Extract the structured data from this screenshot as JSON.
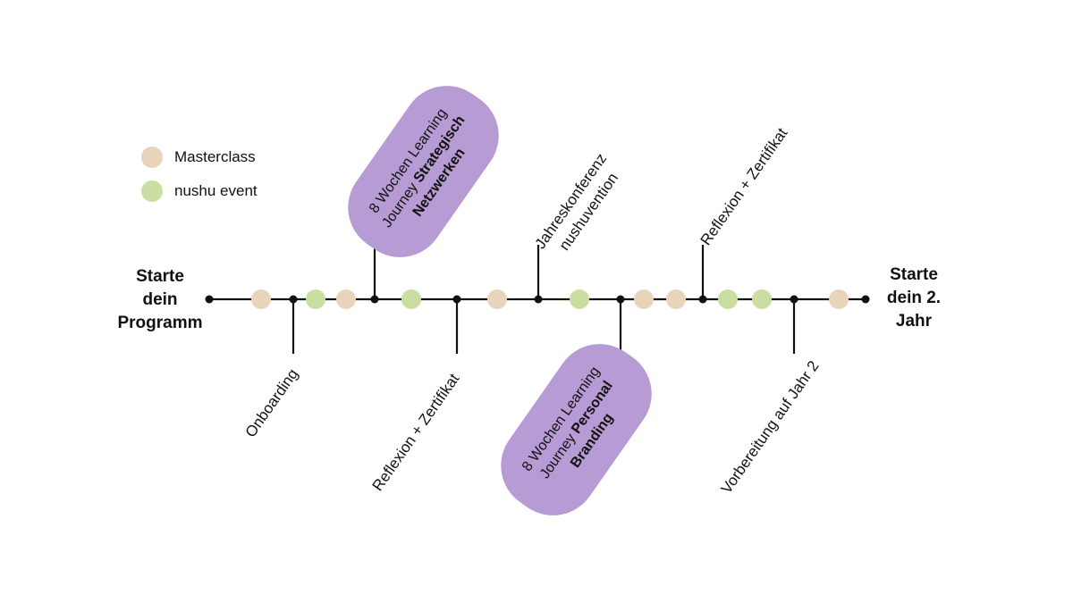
{
  "legend": {
    "masterclass": {
      "label": "Masterclass",
      "color": "#e8d4bb"
    },
    "event": {
      "label": "nushu event",
      "color": "#c9dea0"
    }
  },
  "start_label": [
    "Starte",
    "dein",
    "Programm"
  ],
  "end_label": [
    "Starte",
    "dein 2.",
    "Jahr"
  ],
  "milestones_above": [
    {
      "line1": "Jahreskonferenz",
      "line2": "nushuvention"
    },
    {
      "line1": "Reflexion + Zertifikat",
      "line2": ""
    }
  ],
  "milestones_below": [
    {
      "text": "Onboarding"
    },
    {
      "text": "Reflexion + Zertifikat"
    },
    {
      "text": "Vorbereitung auf Jahr 2"
    }
  ],
  "journeys": [
    {
      "line1": "8 Wochen Learning",
      "line2_prefix": "Journey ",
      "line2_bold": "Strategisch",
      "line3_bold": "Netzwerken"
    },
    {
      "line1": "8 Wochen Learning",
      "line2_prefix": "Journey ",
      "line2_bold": "Personal",
      "line3_bold": "Branding"
    }
  ],
  "timeline": {
    "dots": [
      "masterclass",
      "event",
      "masterclass",
      "event",
      "masterclass",
      "event",
      "masterclass",
      "masterclass",
      "event",
      "event",
      "masterclass"
    ]
  }
}
